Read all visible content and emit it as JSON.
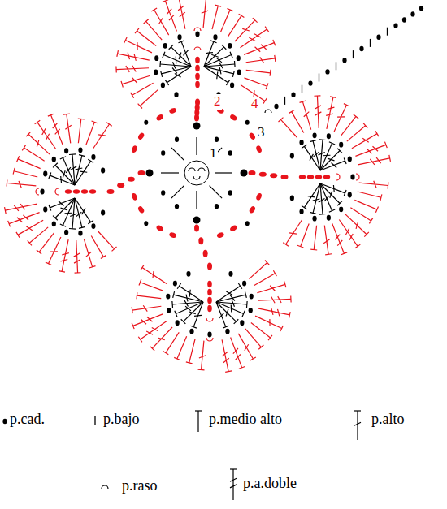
{
  "diagram": {
    "labels": [
      "1",
      "2",
      "3",
      "4"
    ],
    "legend": [
      {
        "text": "p.cad."
      },
      {
        "text": "p.bajo"
      },
      {
        "text": "p.medio alto"
      },
      {
        "text": "p.alto"
      },
      {
        "text": "p.raso"
      },
      {
        "text": "p.a.doble"
      }
    ]
  }
}
